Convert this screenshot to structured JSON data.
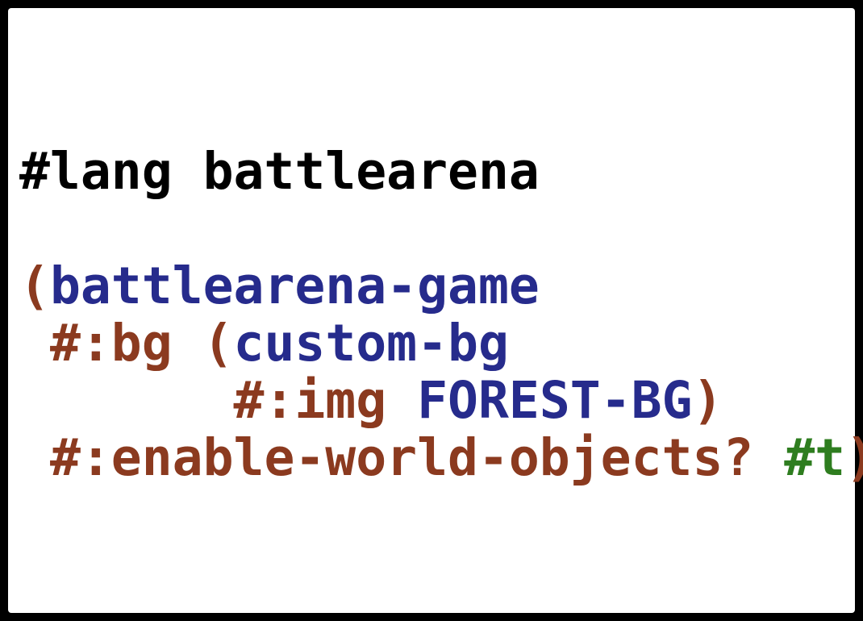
{
  "colors": {
    "background_outer": "#000000",
    "background_editor": "#ffffff",
    "default_text": "#000000",
    "paren_keyword": "#8b3a1f",
    "identifier": "#262b8c",
    "boolean": "#2e7d1f"
  },
  "code": {
    "line1": {
      "lang_directive": "#lang battlearena"
    },
    "line2": {
      "open_paren": "(",
      "function_name": "battlearena-game"
    },
    "line3": {
      "indent": " ",
      "keyword": "#:bg",
      "space": " ",
      "open_paren": "(",
      "function_name": "custom-bg"
    },
    "line4": {
      "indent": "       ",
      "keyword": "#:img",
      "space": " ",
      "identifier": "FOREST-BG",
      "close_paren": ")"
    },
    "line5": {
      "indent": " ",
      "keyword": "#:enable-world-objects?",
      "space": " ",
      "boolean": "#t",
      "close_paren": ")"
    }
  }
}
